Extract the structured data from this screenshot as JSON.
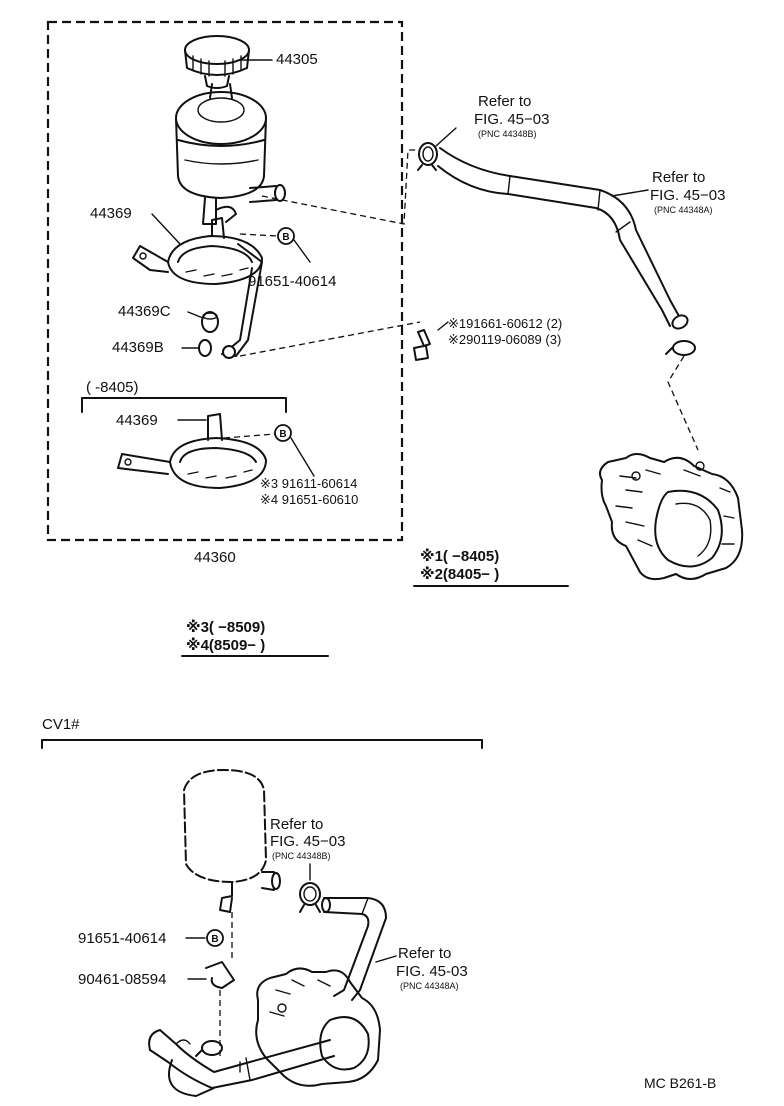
{
  "upper": {
    "cap": "44305",
    "bracket_a": "44369",
    "bolt_a": "91651-40614",
    "cushion": "44369C",
    "collar": "44369B",
    "variant_range": "(        -8405)",
    "bracket_b": "44369",
    "bolt_b1": "※3 91611-60614",
    "bolt_b2": "※4 91651-60610",
    "assembly": "44360",
    "bolt_c1": "※191661-60612 (2)",
    "bolt_c2": "※290119-06089 (3)",
    "ref_return_1": "Refer to",
    "ref_return_2": "FIG. 45−03",
    "ref_return_3": "(PNC 44348B)",
    "ref_supply_1": "Refer to",
    "ref_supply_2": "FIG. 45−03",
    "ref_supply_3": "(PNC 44348A)",
    "note12_1": "※1(        −8405)",
    "note12_2": "※2(8405−        )",
    "note34_1": "※3(        −8509)",
    "note34_2": "※4(8509−        )"
  },
  "lower": {
    "title": "CV1#",
    "ref_return_1": "Refer to",
    "ref_return_2": "FIG. 45−03",
    "ref_return_3": "(PNC 44348B)",
    "bolt": "91651-40614",
    "clamp": "90461-08594",
    "ref_supply_1": "Refer to",
    "ref_supply_2": "FIG. 45-03",
    "ref_supply_3": "(PNC 44348A)"
  },
  "footer": {
    "code": "MC  B261-B"
  },
  "icons": {
    "bolt_marker": "B",
    "reservoir": "oil-reservoir-icon",
    "pump": "power-steering-pump-icon",
    "hose": "hose-icon"
  }
}
